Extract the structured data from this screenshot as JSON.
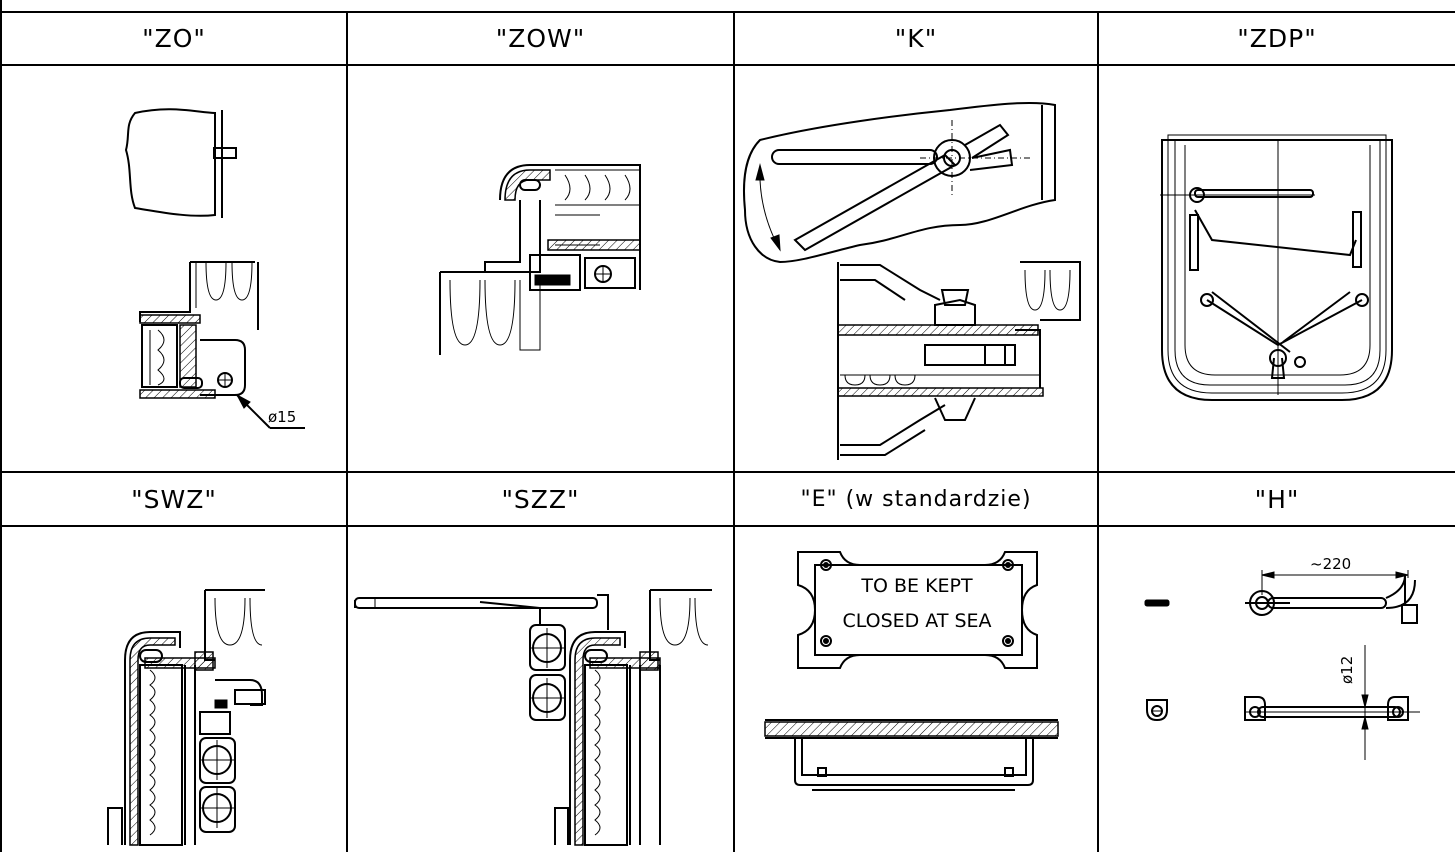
{
  "table": {
    "rows": [
      {
        "cells": [
          {
            "id": "ZO",
            "label": "\"ZO\""
          },
          {
            "id": "ZOW",
            "label": "\"ZOW\""
          },
          {
            "id": "K",
            "label": "\"K\""
          },
          {
            "id": "ZDP",
            "label": "\"ZDP\""
          }
        ]
      },
      {
        "cells": [
          {
            "id": "SWZ",
            "label": "\"SWZ\""
          },
          {
            "id": "SZZ",
            "label": "\"SZZ\""
          },
          {
            "id": "E",
            "label": "\"E\"  (w standardzie)"
          },
          {
            "id": "H",
            "label": "\"H\""
          }
        ]
      }
    ]
  },
  "annotations": {
    "zo_diameter": "ø15",
    "h_length": "~220",
    "h_diameter": "ø12",
    "plate_line1": "TO BE KEPT",
    "plate_line2": "CLOSED AT SEA"
  }
}
